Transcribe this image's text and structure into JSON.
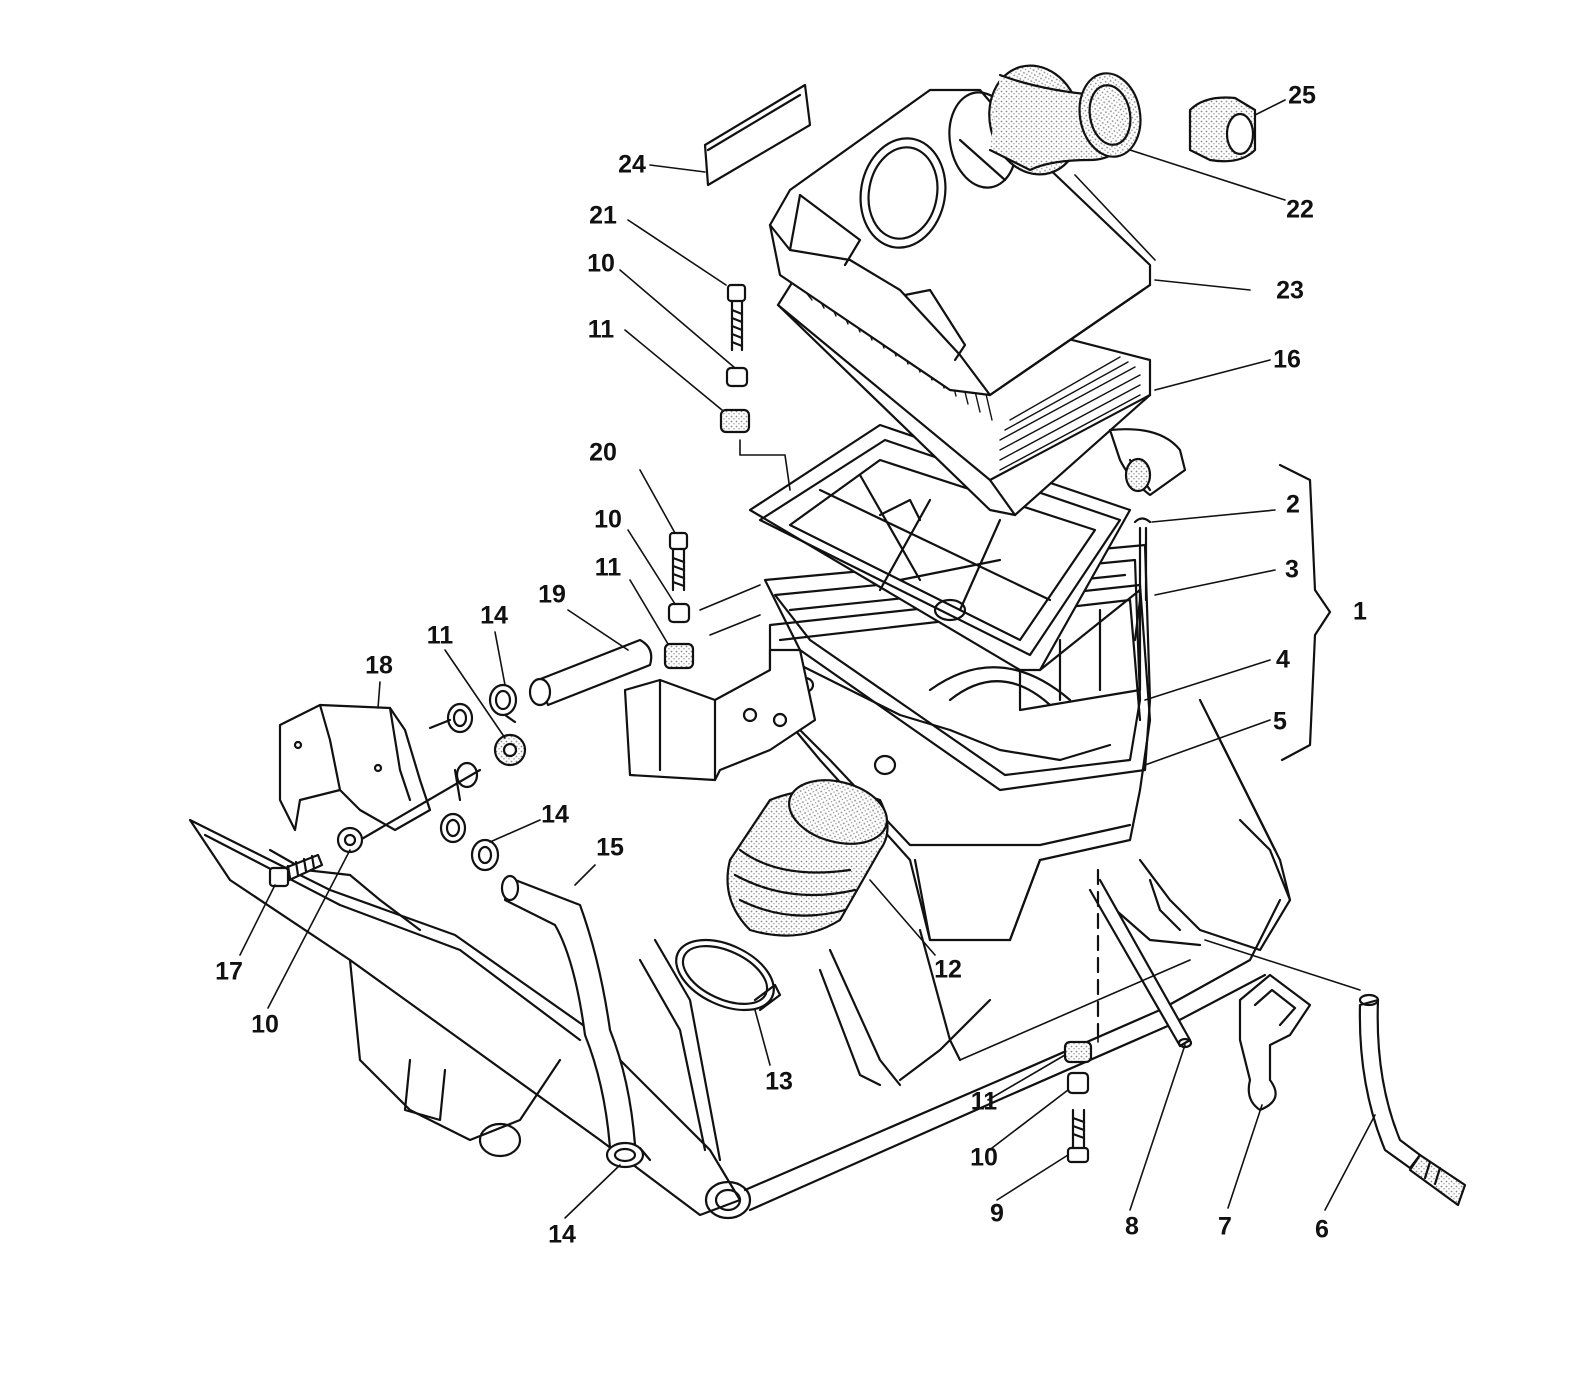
{
  "diagram": {
    "line_color": "#111111",
    "fill_color": "#ffffff",
    "stipple_color": "#9a9a9a",
    "callouts": [
      {
        "id": "c25",
        "text": "25"
      },
      {
        "id": "c22",
        "text": "22"
      },
      {
        "id": "c24",
        "text": "24"
      },
      {
        "id": "c21",
        "text": "21"
      },
      {
        "id": "c10a",
        "text": "10"
      },
      {
        "id": "c23",
        "text": "23"
      },
      {
        "id": "c11a",
        "text": "11"
      },
      {
        "id": "c16",
        "text": "16"
      },
      {
        "id": "c20",
        "text": "20"
      },
      {
        "id": "c2",
        "text": "2"
      },
      {
        "id": "c10b",
        "text": "10"
      },
      {
        "id": "c3",
        "text": "3"
      },
      {
        "id": "c19",
        "text": "19"
      },
      {
        "id": "c11b",
        "text": "11"
      },
      {
        "id": "c14a",
        "text": "14"
      },
      {
        "id": "c1",
        "text": "1"
      },
      {
        "id": "c18",
        "text": "18"
      },
      {
        "id": "c11c",
        "text": "11"
      },
      {
        "id": "c4",
        "text": "4"
      },
      {
        "id": "c5",
        "text": "5"
      },
      {
        "id": "c14b",
        "text": "14"
      },
      {
        "id": "c15",
        "text": "15"
      },
      {
        "id": "c17",
        "text": "17"
      },
      {
        "id": "c12",
        "text": "12"
      },
      {
        "id": "c10c",
        "text": "10"
      },
      {
        "id": "c13",
        "text": "13"
      },
      {
        "id": "c11d",
        "text": "11"
      },
      {
        "id": "c10d",
        "text": "10"
      },
      {
        "id": "c9",
        "text": "9"
      },
      {
        "id": "c14c",
        "text": "14"
      },
      {
        "id": "c8",
        "text": "8"
      },
      {
        "id": "c7",
        "text": "7"
      },
      {
        "id": "c6",
        "text": "6"
      }
    ]
  }
}
